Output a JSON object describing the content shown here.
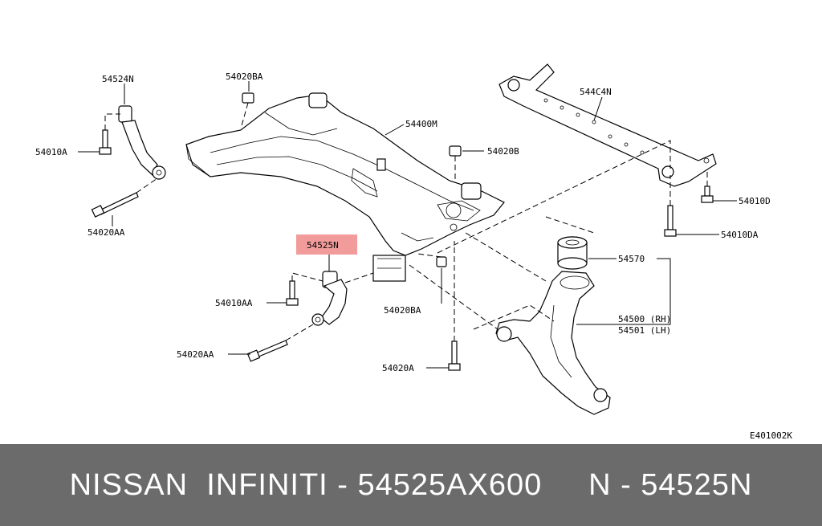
{
  "diagram": {
    "code": "E401002K",
    "labels": {
      "p54524N": "54524N",
      "p54020BA_top": "54020BA",
      "p54400M": "54400M",
      "p544C4N": "544C4N",
      "p54010A": "54010A",
      "p54020B": "54020B",
      "p54010D": "54010D",
      "p54020AA_left": "54020AA",
      "p54010DA": "54010DA",
      "p54525N": "54525N",
      "p54570": "54570",
      "p54010AA": "54010AA",
      "p54020BA_bottom": "54020BA",
      "p54500": "54500 (RH)",
      "p54501": "54501 (LH)",
      "p54020AA_bottom": "54020AA",
      "p54020A": "54020A"
    }
  },
  "footer": {
    "text": "NISSAN  INFINITI - 54525AX600     N - 54525N"
  }
}
